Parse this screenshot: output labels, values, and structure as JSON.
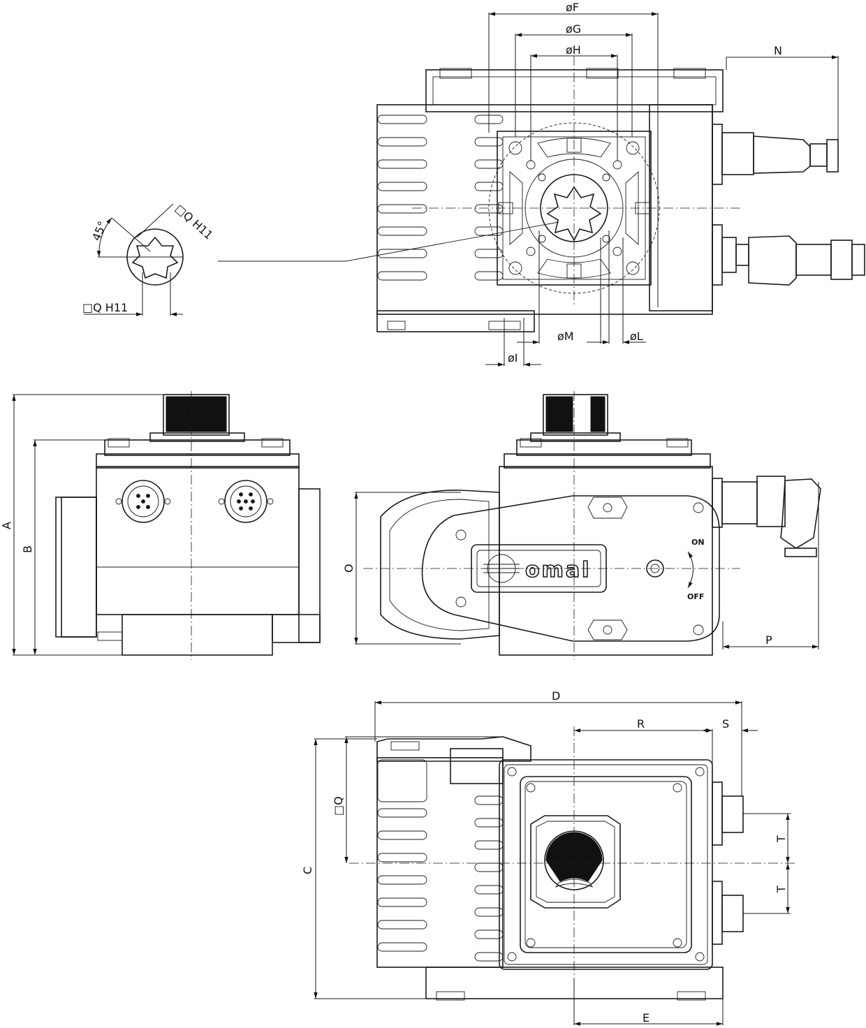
{
  "dimensions": {
    "phiF": "øF",
    "phiG": "øG",
    "phiH": "øH",
    "N": "N",
    "phiM": "øM",
    "phiL": "øL",
    "phiI": "øI",
    "qH11_a": "□Q H11",
    "qH11_b": "□Q H11",
    "angle": "45°",
    "A": "A",
    "B": "B",
    "O": "O",
    "P": "P",
    "D": "D",
    "R": "R",
    "S": "S",
    "Q": "□Q",
    "C": "C",
    "T1": "T",
    "T2": "T",
    "E": "E"
  },
  "labels": {
    "brand": "omal",
    "on": "ON",
    "off": "OFF"
  }
}
